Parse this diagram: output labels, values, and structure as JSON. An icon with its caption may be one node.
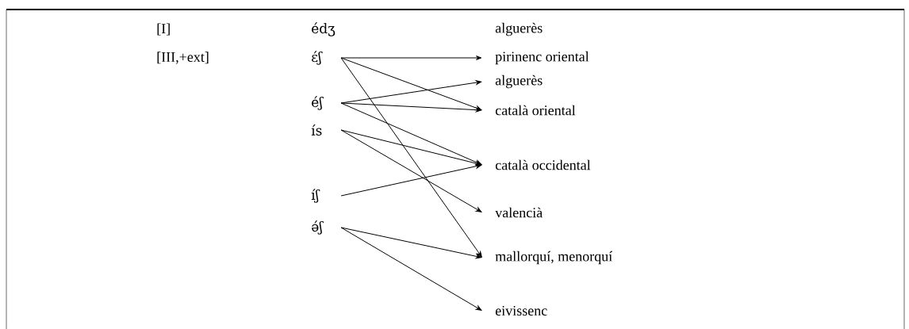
{
  "diagram": {
    "nodes": [
      {
        "text": [
          "édʒ"
        ]
      },
      {
        "text": [
          "ɛ́ʃ"
        ]
      },
      {
        "text": [
          "éʃ"
        ]
      },
      {
        "text": [
          "ís"
        ]
      },
      {
        "text": [
          "íʃ"
        ]
      },
      {
        "text": [
          "ə́ʃ"
        ]
      },
      {
        "text": [
          "alguerès"
        ]
      },
      {
        "text": [
          "pirinenc oriental"
        ]
      },
      {
        "text": [
          "alguerès"
        ]
      },
      {
        "text": [
          "català oriental"
        ]
      },
      {
        "text": [
          "català occidental"
        ]
      },
      {
        "text": [
          "valencià"
        ]
      },
      {
        "text": [
          "mallorquí, menorquí"
        ]
      },
      {
        "text": [
          "eivissenc"
        ]
      }
    ],
    "edges": [
      {
        "from": 1,
        "to": 7,
        "arrow": "to"
      },
      {
        "from": 1,
        "to": 9,
        "arrow": "to"
      },
      {
        "from": 1,
        "to": 12,
        "arrow": "to"
      },
      {
        "from": 2,
        "to": 8,
        "arrow": "to"
      },
      {
        "from": 2,
        "to": 9,
        "arrow": "to"
      },
      {
        "from": 2,
        "to": 10,
        "arrow": "to"
      },
      {
        "from": 3,
        "to": 10,
        "arrow": "to"
      },
      {
        "from": 3,
        "to": 11,
        "arrow": "to"
      },
      {
        "from": 4,
        "to": 10,
        "arrow": "to"
      },
      {
        "from": 5,
        "to": 12,
        "arrow": "to"
      },
      {
        "from": 5,
        "to": 13,
        "arrow": "to"
      }
    ],
    "labels": [
      "[I]",
      "[III,+ext]"
    ]
  }
}
